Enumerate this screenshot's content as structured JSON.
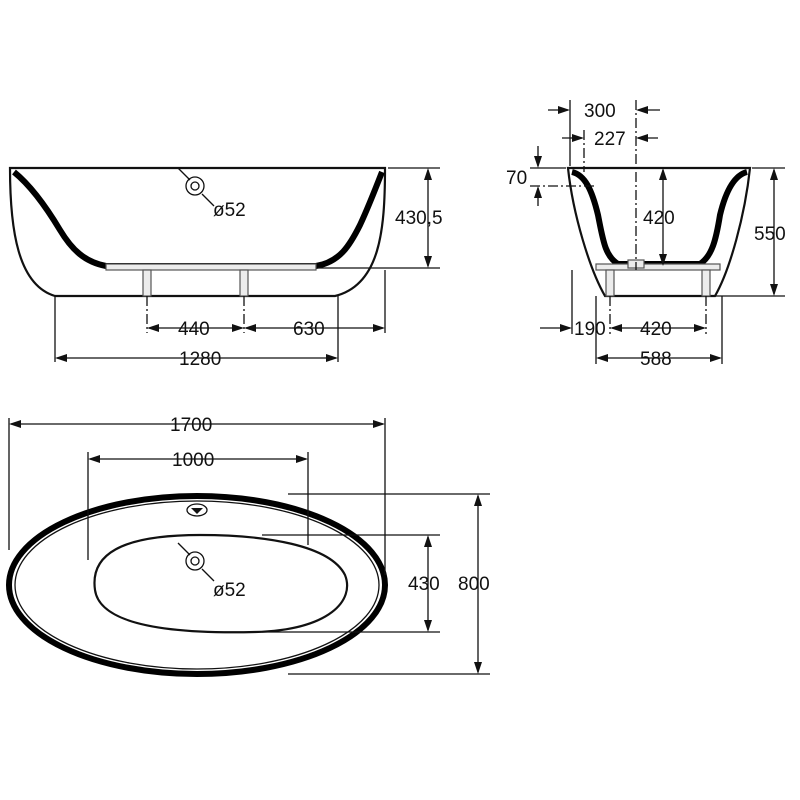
{
  "side_view": {
    "waste_diameter_label": "ø52",
    "height_label": "430,5",
    "leg_to_leg_label": "440",
    "leg_to_end_label": "630",
    "base_length_label": "1280"
  },
  "end_view": {
    "top_width_label": "300",
    "inner_offset_label": "227",
    "rim_label": "70",
    "depth_label": "420",
    "total_height_label": "550",
    "edge_to_leg_label": "190",
    "leg_spacing_label": "420",
    "base_width_label": "588"
  },
  "plan_view": {
    "overall_length_label": "1700",
    "inner_length_label": "1000",
    "waste_diameter_label": "ø52",
    "inner_width_label": "430",
    "overall_width_label": "800"
  }
}
